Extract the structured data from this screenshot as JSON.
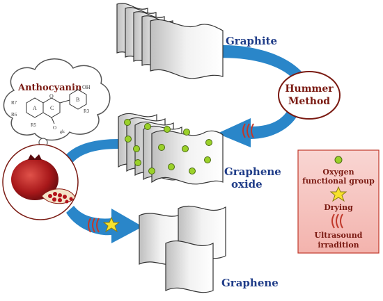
{
  "labels": {
    "graphite": "Graphite",
    "hummer_line1": "Hummer",
    "hummer_line2": "Method",
    "graphene_oxide_line1": "Graphene",
    "graphene_oxide_line2": "oxide",
    "graphene": "Graphene",
    "anthocyanin": "Anthocyanin"
  },
  "molecule": {
    "ring_a": "A",
    "ring_b": "B",
    "ring_c": "C",
    "r3": "R3",
    "r5": "R5",
    "r6": "R6",
    "r7": "R7",
    "oh": "OH",
    "oglc": "O",
    "glc": "glc",
    "o_plus": "O"
  },
  "legend": {
    "oxygen_line1": "Oxygen",
    "oxygen_line2": "functional group",
    "drying": "Drying",
    "ultrasound_line1": "Ultrasound",
    "ultrasound_line2": "irradition"
  },
  "icons": [
    "graphite-sheets-icon",
    "graphene-oxide-sheets-icon",
    "graphene-sheets-icon",
    "pomegranate-icon",
    "ultrasound-waves-icon",
    "drying-star-icon",
    "oxygen-dot-icon"
  ],
  "colors": {
    "arrow_blue": "#2a86c9",
    "label_blue": "#1f3c88",
    "dark_red": "#7a1a12",
    "legend_fill": "#f7c8c4",
    "oxygen_green": "#9bd12a",
    "star_yellow": "#f7e22c",
    "ultrasound_red": "#c0392b"
  }
}
